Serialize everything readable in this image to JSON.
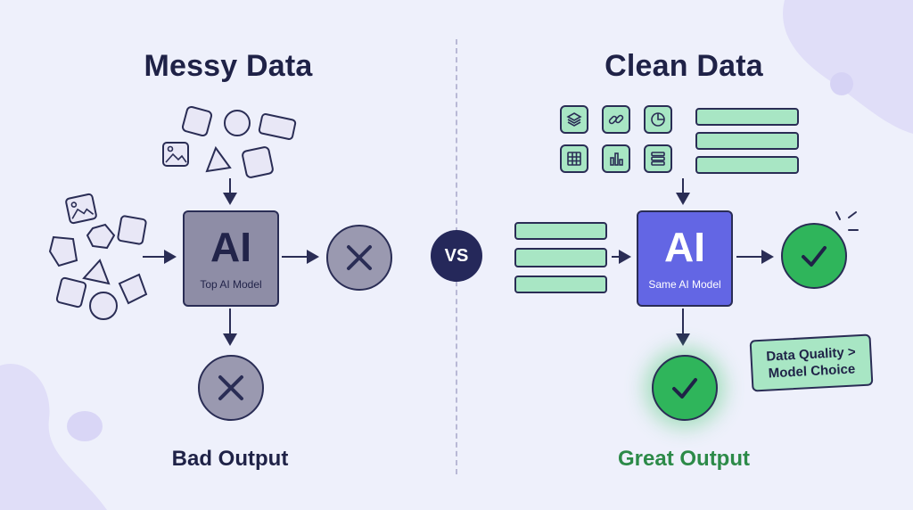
{
  "left": {
    "title": "Messy Data",
    "model_label_big": "AI",
    "model_label_small": "Top AI Model",
    "output_label": "Bad Output"
  },
  "vs_label": "VS",
  "right": {
    "title": "Clean Data",
    "model_label_big": "AI",
    "model_label_small": "Same AI Model",
    "output_label": "Great Output",
    "callout_line1": "Data Quality >",
    "callout_line2": "Model Choice"
  },
  "colors": {
    "background": "#eef0fb",
    "ink": "#1f2247",
    "bad": "#9a99b0",
    "good": "#2fb55b",
    "good_text": "#2c8a48",
    "clean_fill": "#a8e6c4",
    "ai_clean": "#6366e4",
    "ai_messy": "#8e8da6",
    "vs_bg": "#25285a"
  },
  "icons": {
    "tiles": [
      "layers-icon",
      "link-icon",
      "pie-chart-icon",
      "table-icon",
      "bar-chart-icon",
      "list-icon"
    ]
  }
}
